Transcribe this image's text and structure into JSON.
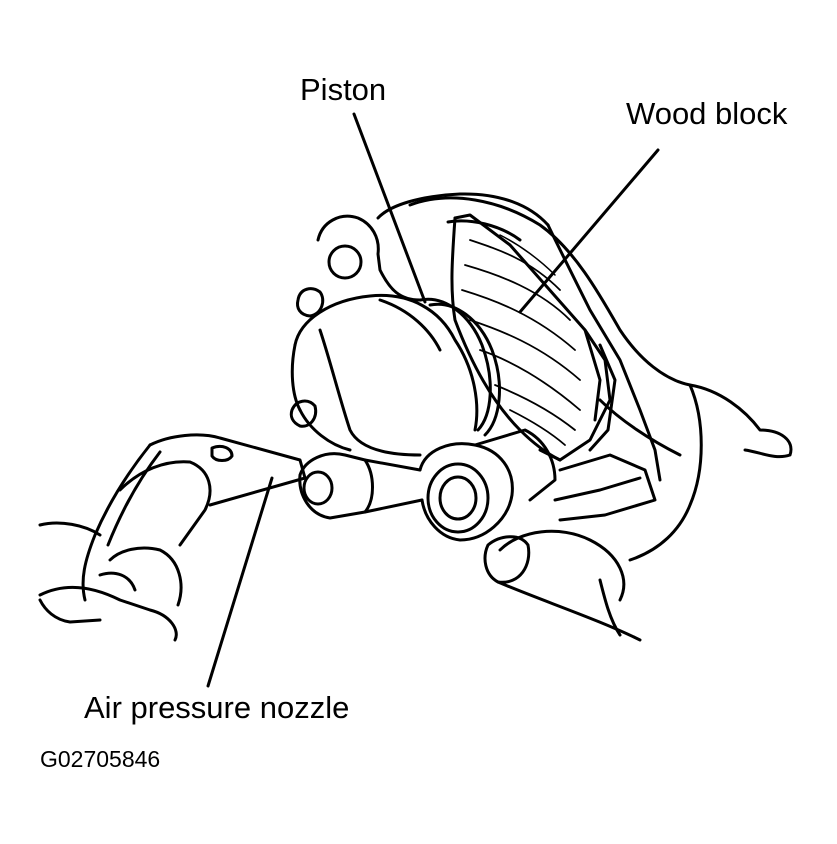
{
  "labels": {
    "piston": "Piston",
    "wood_block": "Wood block",
    "air_pressure_nozzle": "Air pressure nozzle"
  },
  "figure_code": "G02705846",
  "colors": {
    "ink": "#000000",
    "background": "#ffffff"
  }
}
